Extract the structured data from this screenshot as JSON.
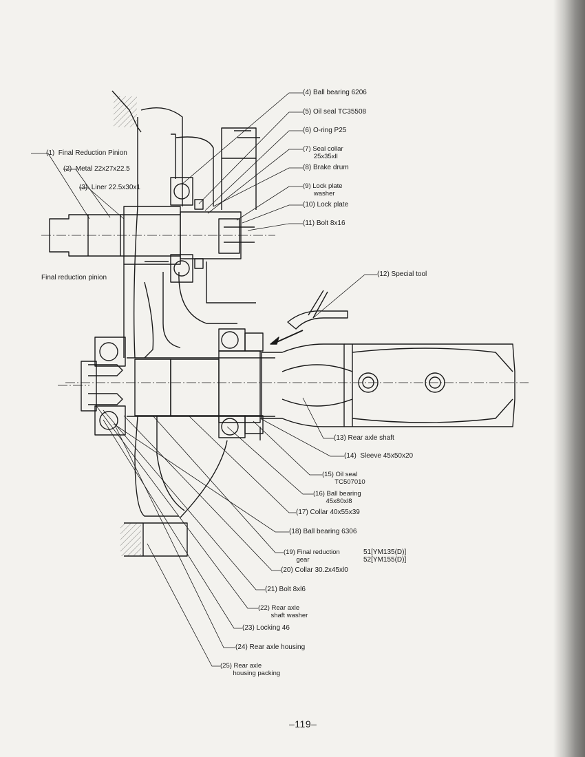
{
  "diagram": {
    "labels": {
      "l1": "(1)  Final Reduction Pinion",
      "l2": "(2)  Metal 22x27x22.5",
      "l3": "(3)  Liner 22.5x30x1",
      "l4": "(4) Ball bearing 6206",
      "l5": "(5) Oil seal TC35508",
      "l6": "(6) O-ring P25",
      "l7": "(7) Seal collar\n      25x35xll",
      "l8": "(8) Brake drum",
      "l9": "(9) Lock plate\n      washer",
      "l10": "(10) Lock plate",
      "l11": "(11) Bolt 8x16",
      "l12": "(12) Special tool",
      "l13": "(13) Rear axle shaft",
      "l14": "(14)  Sleeve 45x50x20",
      "l15": "(15) Oil seal\n       TC507010",
      "l16": "(16) Ball bearing\n       45x80xl8",
      "l17": "(17) Collar 40x55x39",
      "l18": "(18) Ball bearing 6306",
      "l19": "(19) Final reduction\n       gear",
      "l19b": "51[YM135(D)]\n52[YM155(D)]",
      "l20": "(20) Collar 30.2x45xl0",
      "l21": "(21) Bolt 8xl6",
      "l22": "(22) Rear axle\n       shaft washer",
      "l23": "(23) Locking 46",
      "l24": "(24) Rear axle housing",
      "l25": "(25) Rear axle\n       housing packing",
      "side": "Final reduction pinion"
    },
    "page_number": "–119–"
  }
}
